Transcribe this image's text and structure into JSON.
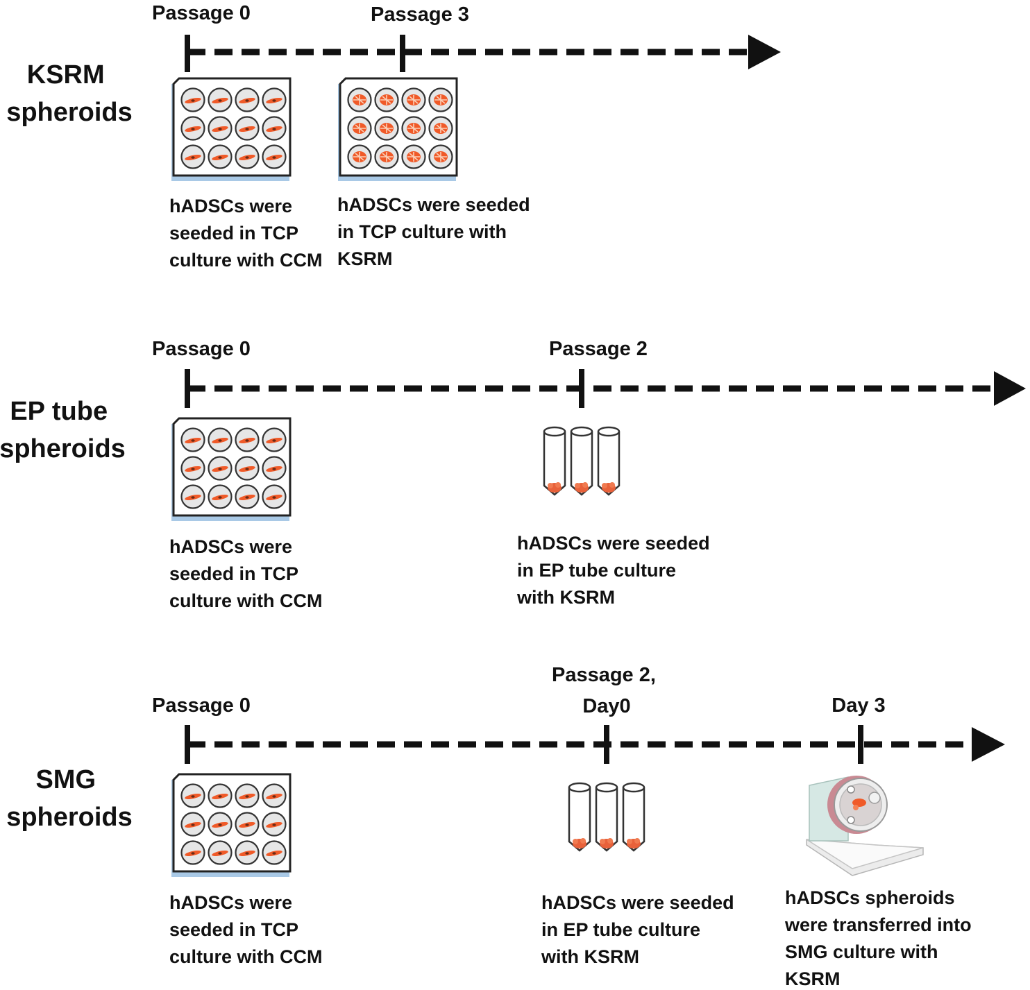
{
  "rows": [
    {
      "group_label": [
        "KSRM",
        "spheroids"
      ],
      "ticks": [
        {
          "label": [
            "Passage 0"
          ]
        },
        {
          "label": [
            "Passage 3"
          ]
        }
      ],
      "steps": [
        {
          "equipment": "well-plate-spindle-cells",
          "caption": [
            "hADSCs were",
            "seeded in TCP",
            "culture with CCM"
          ]
        },
        {
          "equipment": "well-plate-cell-clusters",
          "caption": [
            "hADSCs were seeded",
            "in TCP culture with",
            "KSRM"
          ]
        }
      ]
    },
    {
      "group_label": [
        "EP tube",
        "spheroids"
      ],
      "ticks": [
        {
          "label": [
            "Passage 0"
          ]
        },
        {
          "label": [
            "Passage 2"
          ]
        }
      ],
      "steps": [
        {
          "equipment": "well-plate-spindle-cells",
          "caption": [
            "hADSCs were",
            "seeded in TCP",
            "culture with CCM"
          ]
        },
        {
          "equipment": "ep-tubes",
          "caption": [
            "hADSCs were seeded",
            "in EP tube culture",
            "with KSRM"
          ]
        }
      ]
    },
    {
      "group_label": [
        "SMG",
        "spheroids"
      ],
      "ticks": [
        {
          "label": [
            "Passage 0"
          ]
        },
        {
          "label": [
            "Passage 2,",
            "Day0"
          ]
        },
        {
          "label": [
            "Day 3"
          ]
        }
      ],
      "steps": [
        {
          "equipment": "well-plate-spindle-cells",
          "caption": [
            "hADSCs were",
            "seeded in TCP",
            "culture with CCM"
          ]
        },
        {
          "equipment": "ep-tubes",
          "caption": [
            "hADSCs were seeded",
            "in EP tube culture",
            "with KSRM"
          ]
        },
        {
          "equipment": "smg-bioreactor",
          "caption": [
            "hADSCs spheroids",
            "were transferred into",
            "SMG culture with",
            "KSRM"
          ]
        }
      ]
    }
  ],
  "colors": {
    "timeline": "#111111",
    "cell_orange": "#f05a28",
    "plate_shadow": "#a9c9e6",
    "well_fill": "#e6e6e6",
    "bioreactor_plate": "#d6e8e4",
    "bioreactor_ring": "#c98a93"
  }
}
